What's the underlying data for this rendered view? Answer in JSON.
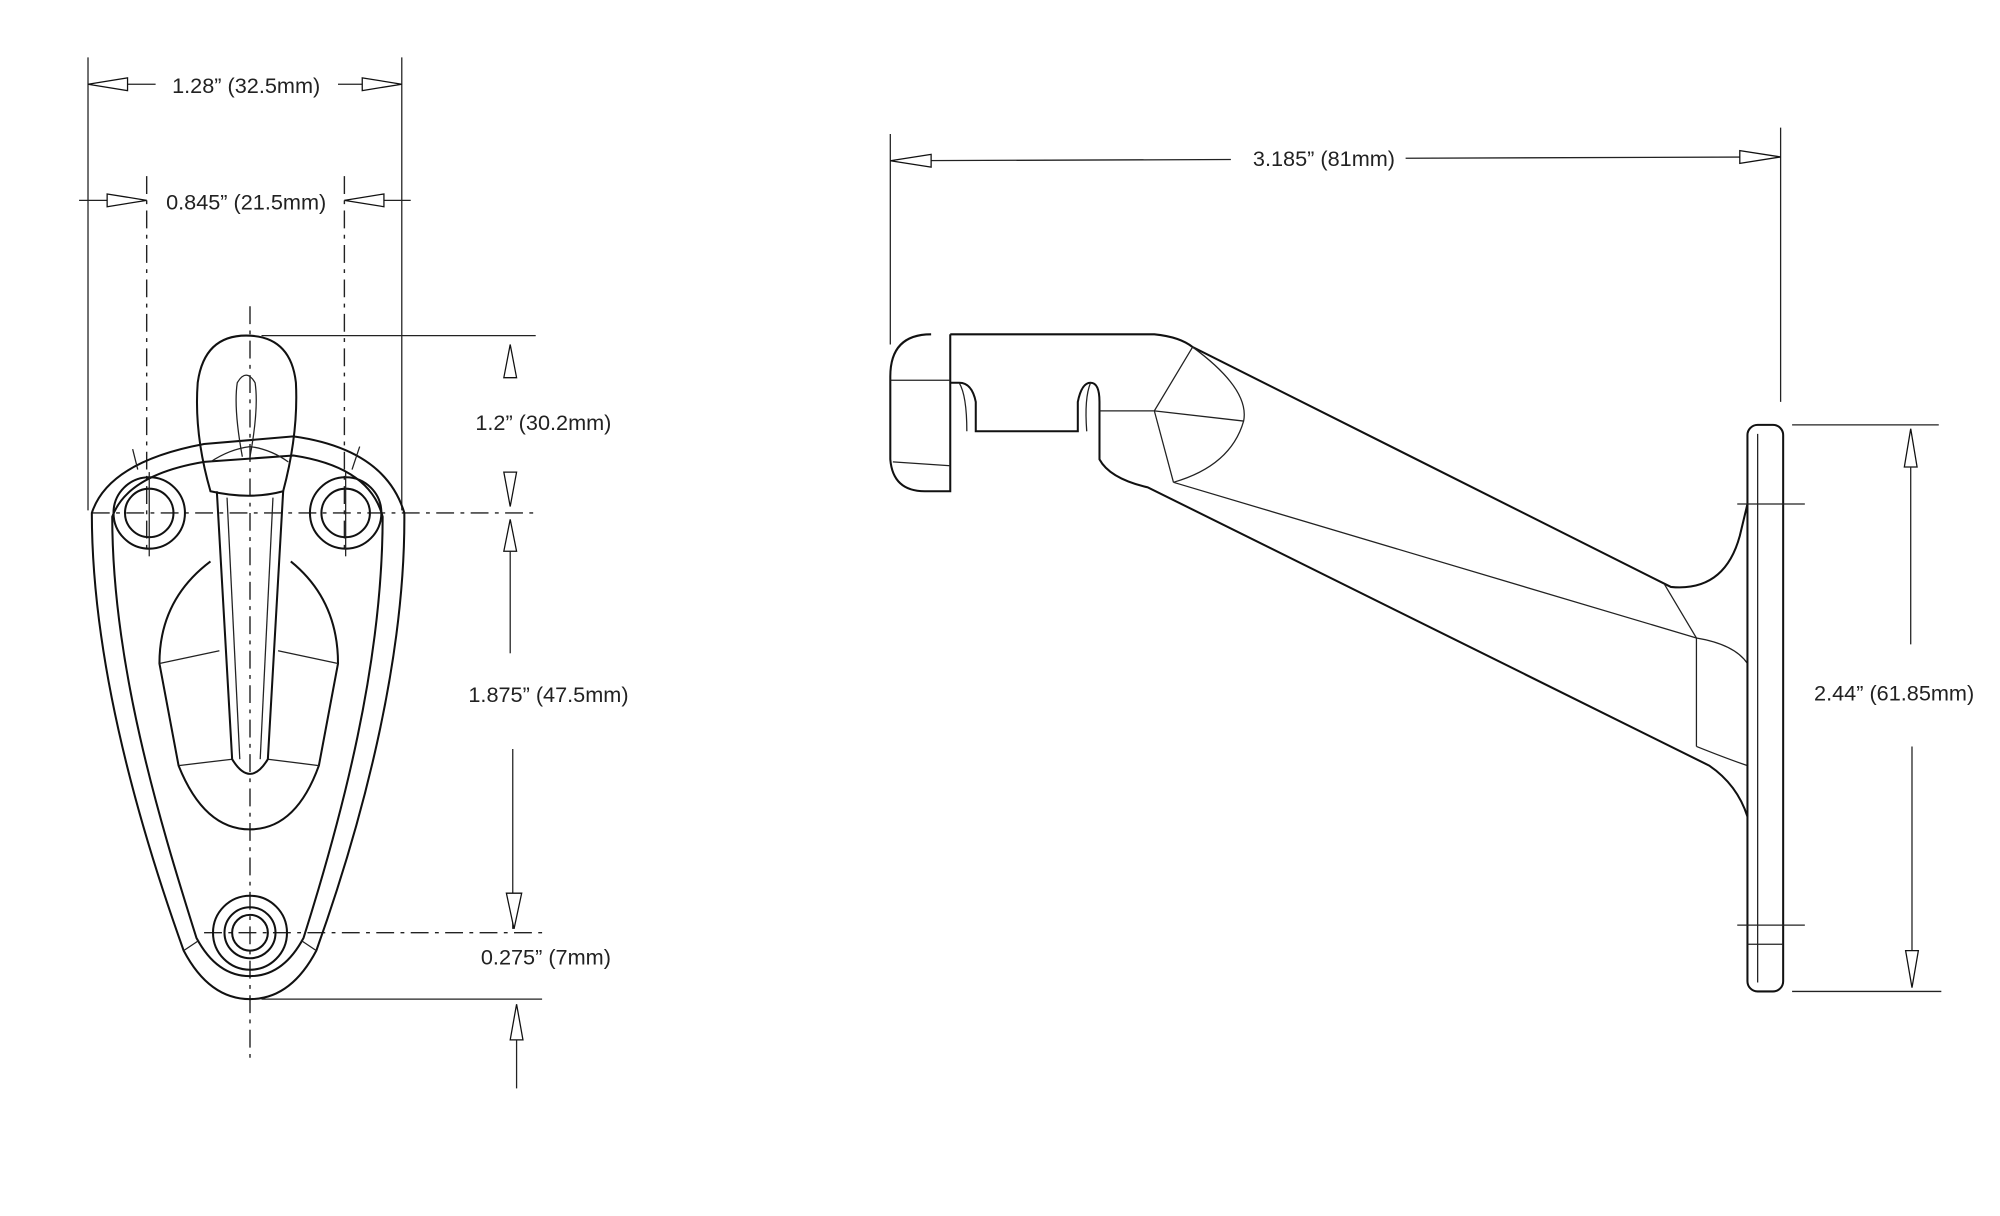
{
  "drawing": {
    "front_view": {
      "overall_width": "1.28” (32.5mm)",
      "hole_spacing": "0.845” (21.5mm)",
      "hook_height": "1.2” (30.2mm)",
      "hole_to_hole_vertical": "1.875” (47.5mm)",
      "bottom_hole_offset": "0.275” (7mm)"
    },
    "side_view": {
      "projection": "3.185” (81mm)",
      "plate_height": "2.44” (61.85mm)"
    }
  }
}
